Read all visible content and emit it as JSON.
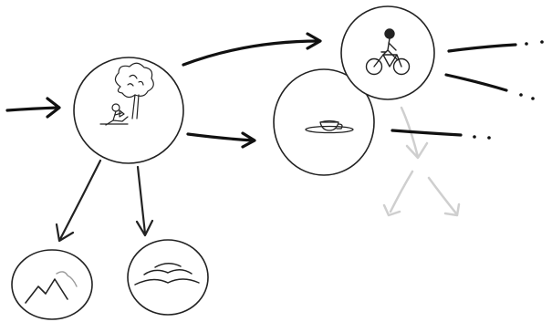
{
  "diagram": {
    "style": "hand-drawn sketch, black ink on white",
    "colors": {
      "background": "#ffffff",
      "ink": "#222222",
      "faded_ink": "#cfcfcf"
    },
    "nodes": [
      {
        "id": "hub",
        "icon": "person-reading-under-tree-icon"
      },
      {
        "id": "cycling",
        "icon": "cyclist-icon"
      },
      {
        "id": "tea",
        "icon": "teacup-on-saucer-icon"
      },
      {
        "id": "mountains",
        "icon": "mountains-icon"
      },
      {
        "id": "hills",
        "icon": "hills-icon"
      }
    ],
    "edges": [
      {
        "from": "incoming",
        "to": "hub"
      },
      {
        "from": "hub",
        "to": "cycling"
      },
      {
        "from": "hub",
        "to": "tea"
      },
      {
        "from": "hub",
        "to": "mountains"
      },
      {
        "from": "hub",
        "to": "hills"
      },
      {
        "from": "cycling",
        "to": "continues"
      },
      {
        "from": "cycling",
        "to": "continues"
      },
      {
        "from": "tea",
        "to": "continues"
      },
      {
        "from": "tea",
        "to": "faded-branch",
        "faded": true
      },
      {
        "from": "tea",
        "to": "faded-branch",
        "faded": true
      }
    ]
  }
}
